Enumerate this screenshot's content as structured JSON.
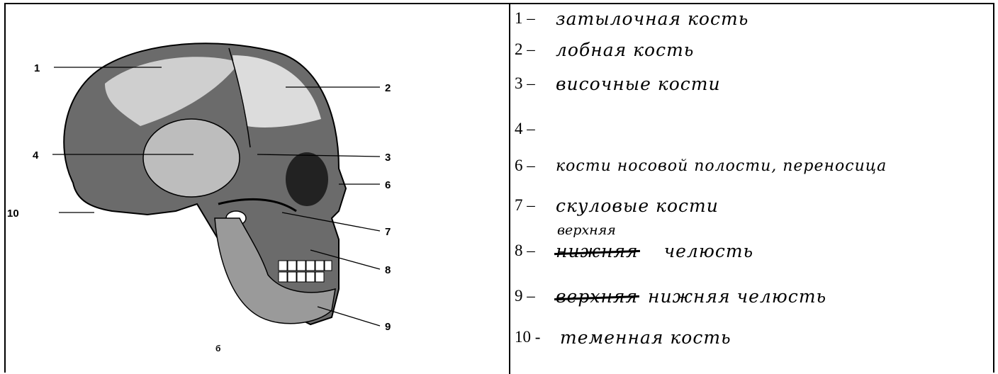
{
  "figure": {
    "sublabel": "б",
    "labels": [
      {
        "id": "1",
        "text": "1"
      },
      {
        "id": "2",
        "text": "2"
      },
      {
        "id": "3",
        "text": "3"
      },
      {
        "id": "4",
        "text": "4"
      },
      {
        "id": "6",
        "text": "6"
      },
      {
        "id": "7",
        "text": "7"
      },
      {
        "id": "8",
        "text": "8"
      },
      {
        "id": "9",
        "text": "9"
      },
      {
        "id": "10",
        "text": "10"
      }
    ]
  },
  "answers": [
    {
      "num": "1 –",
      "text": "затылочная кость"
    },
    {
      "num": "2 –",
      "text": "лобная кость"
    },
    {
      "num": "3 –",
      "text": "височные кости"
    },
    {
      "num": "4 –",
      "text": ""
    },
    {
      "num": "6 –",
      "text": "кости носовой полости, переносица"
    },
    {
      "num": "7 –",
      "text": "скуловые кости"
    },
    {
      "num": "8 –",
      "text": "челюсть",
      "struck": "нижняя",
      "correction": "верхняя"
    },
    {
      "num": "9 –",
      "text": "нижняя челюсть",
      "struck": "верхняя"
    },
    {
      "num": "10 -",
      "text": "теменная кость"
    }
  ]
}
